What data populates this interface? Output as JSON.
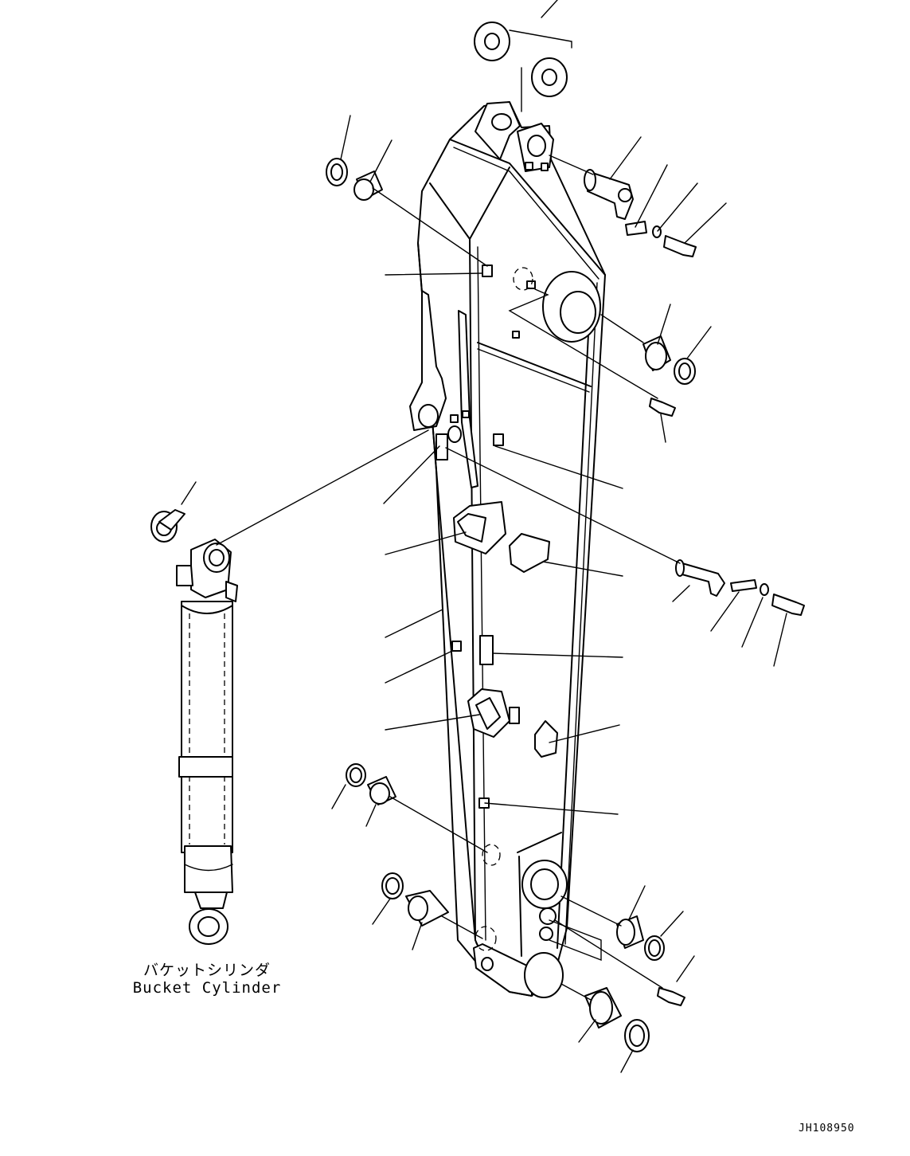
{
  "figure": {
    "callout_label": "Bucket Cylinder",
    "callout_label_jp": "バケットシリンダ",
    "drawing_number": "JH108950"
  }
}
